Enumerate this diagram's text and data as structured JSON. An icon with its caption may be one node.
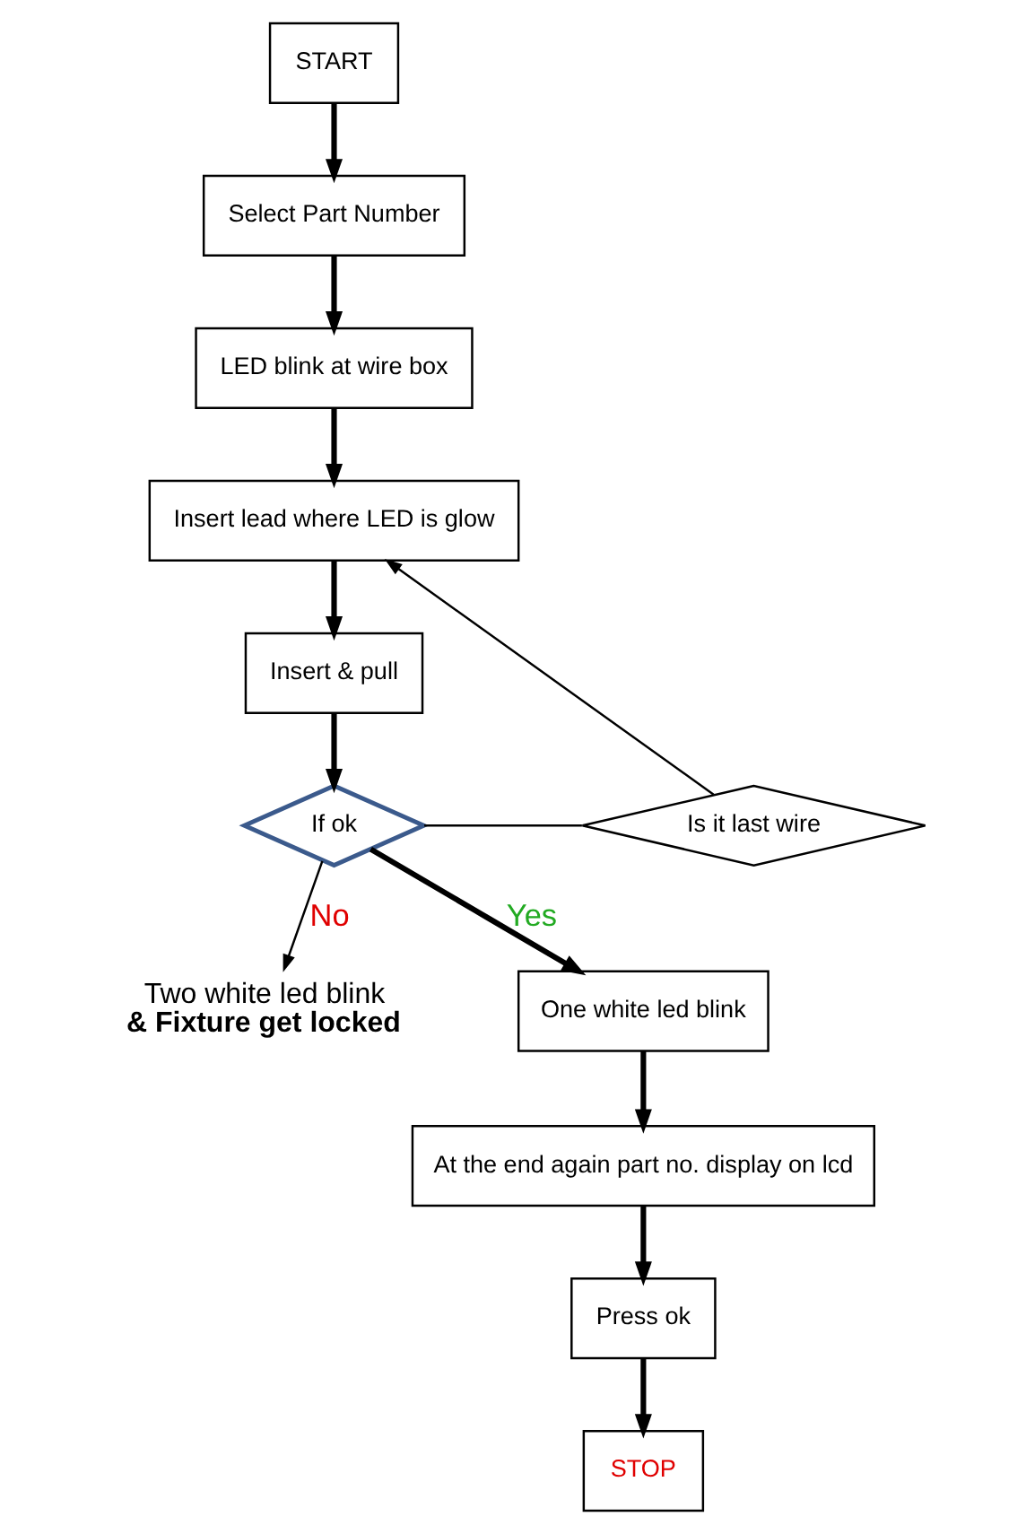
{
  "diagram": {
    "nodes": [
      {
        "text": [
          "START"
        ]
      },
      {
        "text": [
          "Select Part Number"
        ]
      },
      {
        "text": [
          "LED blink at wire box"
        ]
      },
      {
        "text": [
          "Insert lead where LED is glow"
        ]
      },
      {
        "text": [
          "Insert & pull"
        ]
      },
      {
        "text": [
          "Is it last wire"
        ]
      },
      {
        "text": [
          "If ok"
        ]
      },
      {
        "text": [
          "Two white led blink",
          "& Fixture get locked"
        ]
      },
      {
        "text": [
          "One white led blink"
        ]
      },
      {
        "text": [
          "At the end again part no. display on lcd"
        ]
      },
      {
        "text": [
          "Press ok"
        ]
      },
      {
        "text": [
          "STOP"
        ]
      }
    ],
    "edges": [
      {
        "from": 0,
        "to": 1,
        "arrow": "to"
      },
      {
        "from": 1,
        "to": 2,
        "arrow": "to"
      },
      {
        "from": 2,
        "to": 3,
        "arrow": "to"
      },
      {
        "from": 3,
        "to": 4,
        "arrow": "to"
      },
      {
        "from": 4,
        "to": 6,
        "arrow": "to"
      },
      {
        "from": 6,
        "to": 5,
        "arrow": "none"
      },
      {
        "from": 5,
        "to": 3,
        "arrow": "to"
      },
      {
        "from": 6,
        "to": 7,
        "arrow": "to",
        "label": "No"
      },
      {
        "from": 6,
        "to": 8,
        "arrow": "to",
        "label": "Yes"
      },
      {
        "from": 8,
        "to": 9,
        "arrow": "to"
      },
      {
        "from": 9,
        "to": 10,
        "arrow": "to"
      },
      {
        "from": 10,
        "to": 11,
        "arrow": "to"
      }
    ]
  }
}
